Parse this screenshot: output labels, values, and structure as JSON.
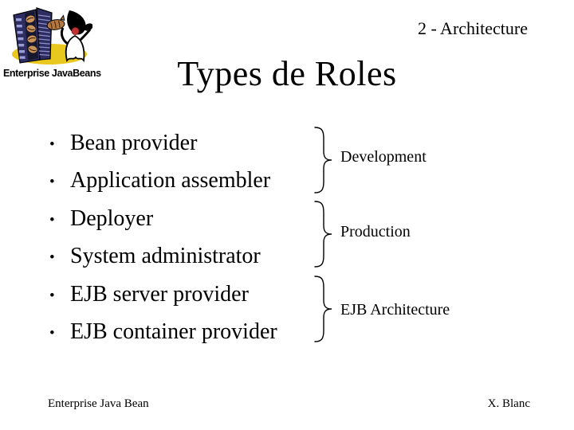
{
  "header": "2 - Architecture",
  "title": "Types de Roles",
  "logo": {
    "caption": "Enterprise JavaBeans"
  },
  "bullet_char": "•",
  "bullets": [
    "Bean provider",
    "Application assembler",
    "Deployer",
    "System administrator",
    "EJB server provider",
    "EJB container provider"
  ],
  "groups": [
    {
      "label": "Development"
    },
    {
      "label": "Production"
    },
    {
      "label": "EJB Architecture"
    }
  ],
  "footer": {
    "left": "Enterprise Java Bean",
    "right": "X. Blanc"
  },
  "colors": {
    "background": "#ffffff",
    "text": "#000000",
    "logo_yellow": "#e8c71f",
    "logo_navy": "#2d2d62",
    "logo_window": "#9a9ed8",
    "logo_bean": "#c9935a",
    "logo_creature": "#b5793f",
    "duke_nose": "#c03232"
  }
}
